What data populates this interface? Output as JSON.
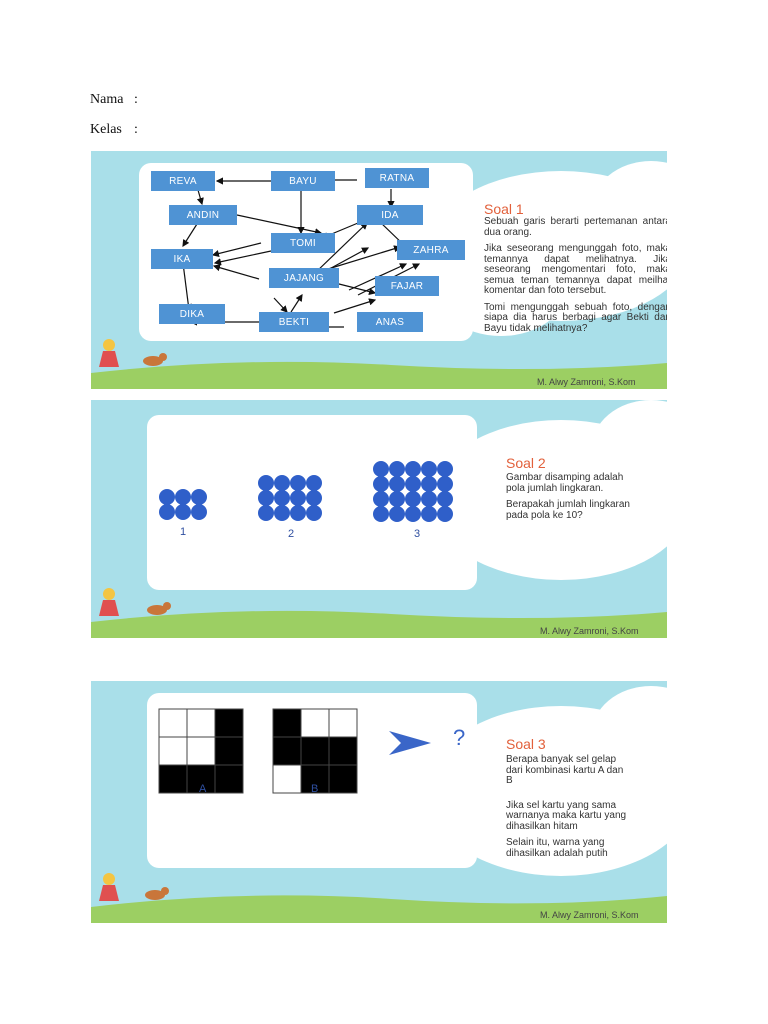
{
  "form": {
    "name_label": "Nama",
    "class_label": "Kelas",
    "colon": ":"
  },
  "slide1": {
    "title": "Soal 1",
    "paragraphs": [
      "Sebuah garis berarti pertemanan antara dua orang.",
      "Jika seseorang mengunggah foto, maka temannya dapat melihatnya. Jika seseorang mengomentari foto, maka semua teman temannya dapat meilhat komentar dan foto tersebut.",
      "Tomi mengunggah sebuah foto, dengan siapa dia harus berbagi agar Bekti dan Bayu tidak melihatnya?"
    ],
    "nodes": {
      "reva": "REVA",
      "bayu": "BAYU",
      "ratna": "RATNA",
      "andin": "ANDIN",
      "ida": "IDA",
      "tomi": "TOMI",
      "zahra": "ZAHRA",
      "ika": "IKA",
      "jajang": "JAJANG",
      "fajar": "FAJAR",
      "dika": "DIKA",
      "bekti": "BEKTI",
      "anas": "ANAS"
    },
    "credit": "M. Alwy Zamroni, S.Kom"
  },
  "slide2": {
    "title": "Soal 2",
    "paragraphs": [
      "Gambar disamping adalah pola jumlah lingkaran.",
      "Berapakah jumlah lingkaran pada pola ke 10?"
    ],
    "pattern_labels": [
      "1",
      "2",
      "3"
    ],
    "circle_color": "#2f5fc9",
    "credit": "M. Alwy Zamroni, S.Kom"
  },
  "slide3": {
    "title": "Soal 3",
    "paragraphs": [
      "Berapa banyak sel gelap dari kombinasi kartu A dan B",
      "Jika sel kartu yang sama warnanya maka kartu yang dihasilkan hitam",
      "Selain itu, warna yang dihasilkan adalah putih"
    ],
    "card_a_label": "A",
    "card_b_label": "B",
    "card_a_cells": [
      [
        0,
        0,
        1
      ],
      [
        0,
        0,
        1
      ],
      [
        1,
        1,
        1
      ]
    ],
    "card_b_cells": [
      [
        1,
        0,
        0
      ],
      [
        1,
        1,
        1
      ],
      [
        0,
        1,
        1
      ]
    ],
    "question_mark": "?",
    "arrow_icon": "chevron-right-icon",
    "credit": "M. Alwy Zamroni, S.Kom"
  },
  "colors": {
    "sky": "#a9dfe9",
    "grass": "#9ccf63",
    "node_blue": "#4f93d4",
    "title_orange": "#e2603b"
  }
}
